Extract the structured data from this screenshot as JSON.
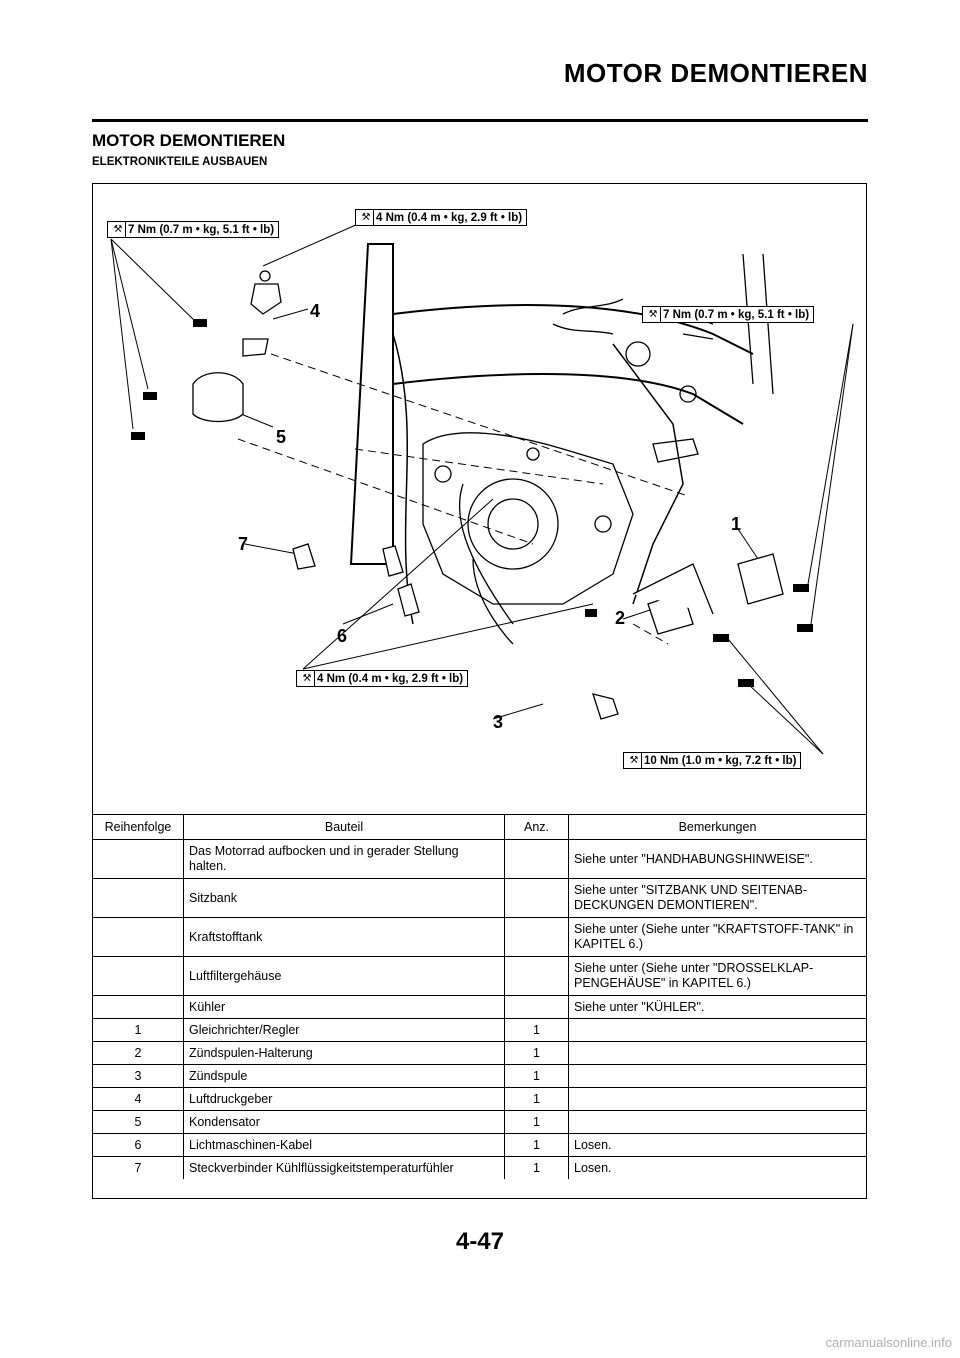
{
  "header": {
    "title": "MOTOR DEMONTIEREN"
  },
  "section": {
    "title": "MOTOR DEMONTIEREN",
    "subtitle": "ELEKTRONIKTEILE AUSBAUEN"
  },
  "diagram": {
    "torque_labels": [
      "7 Nm (0.7 m • kg, 5.1 ft • lb)",
      "4 Nm (0.4 m • kg, 2.9 ft • lb)",
      "7 Nm (0.7 m • kg, 5.1 ft • lb)",
      "4 Nm (0.4 m • kg, 2.9 ft • lb)",
      "10 Nm (1.0 m • kg, 7.2 ft • lb)"
    ],
    "callouts": [
      "1",
      "2",
      "3",
      "4",
      "5",
      "6",
      "7"
    ],
    "wrench_icon": "torque-wrench-icon"
  },
  "table": {
    "headers": [
      "Reihenfolge",
      "Bauteil",
      "Anz.",
      "Bemerkungen"
    ],
    "prep_rows": [
      {
        "part": "Das Motorrad aufbocken und in gerader Stellung halten.",
        "note": "Siehe unter \"HANDHABUNGSHINWEISE\"."
      },
      {
        "part": "Sitzbank",
        "note": "Siehe unter \"SITZBANK UND SEITENAB-DECKUNGEN DEMONTIEREN\"."
      },
      {
        "part": "Kraftstofftank",
        "note": "Siehe unter (Siehe unter \"KRAFTSTOFF-TANK\" in KAPITEL 6.)"
      },
      {
        "part": "Luftfiltergehäuse",
        "note": "Siehe unter (Siehe unter \"DROSSELKLAP-PENGEHÄUSE\" in KAPITEL 6.)"
      },
      {
        "part": "Kühler",
        "note": "Siehe unter \"KÜHLER\"."
      }
    ],
    "rows": [
      {
        "order": "1",
        "part": "Gleichrichter/Regler",
        "qty": "1",
        "note": ""
      },
      {
        "order": "2",
        "part": "Zündspulen-Halterung",
        "qty": "1",
        "note": ""
      },
      {
        "order": "3",
        "part": "Zündspule",
        "qty": "1",
        "note": ""
      },
      {
        "order": "4",
        "part": "Luftdruckgeber",
        "qty": "1",
        "note": ""
      },
      {
        "order": "5",
        "part": "Kondensator",
        "qty": "1",
        "note": ""
      },
      {
        "order": "6",
        "part": "Lichtmaschinen-Kabel",
        "qty": "1",
        "note": "Losen."
      },
      {
        "order": "7",
        "part": "Steckverbinder Kühlflüssigkeitstemperaturfühler",
        "qty": "1",
        "note": "Losen."
      }
    ]
  },
  "footer": {
    "page_number": "4-47",
    "watermark": "carmanualsonline.info"
  }
}
